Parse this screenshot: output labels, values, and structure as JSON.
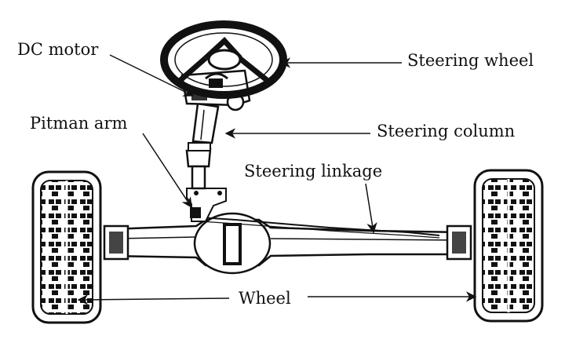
{
  "labels": {
    "dc_motor": "DC motor",
    "steering_wheel": "Steering wheel",
    "pitman_arm": "Pitman arm",
    "steering_column": "Steering column",
    "steering_linkage": "Steering linkage",
    "wheel": "Wheel"
  },
  "colors": {
    "ink": "#111111",
    "background": "#ffffff"
  }
}
